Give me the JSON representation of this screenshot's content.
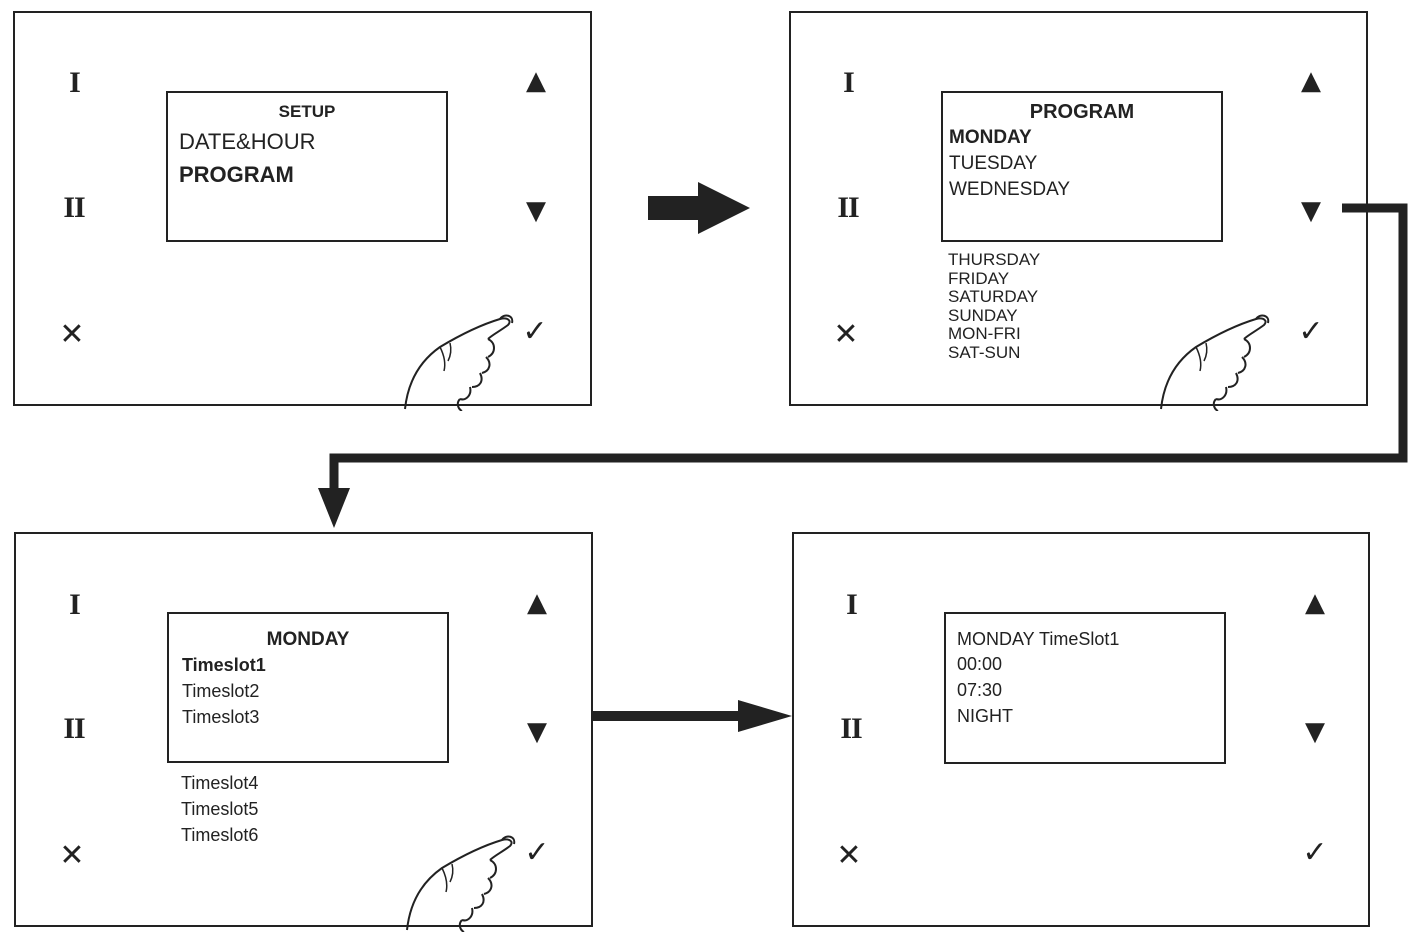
{
  "buttons": {
    "one": "I",
    "two": "II",
    "cancel": "✕",
    "up": "▲",
    "down": "▼",
    "ok": "✓"
  },
  "panels": [
    {
      "screen_title": "SETUP",
      "screen_lines": [
        "DATE&HOUR",
        "PROGRAM"
      ],
      "selected_line": "PROGRAM",
      "below_list": [],
      "hand_target": "ok"
    },
    {
      "screen_title": "PROGRAM",
      "screen_lines": [
        "MONDAY",
        "TUESDAY",
        "WEDNESDAY"
      ],
      "selected_line": "MONDAY",
      "below_list": [
        "THURSDAY",
        "FRIDAY",
        "SATURDAY",
        "SUNDAY",
        "MON-FRI",
        "SAT-SUN"
      ],
      "hand_target": "ok"
    },
    {
      "screen_title": "MONDAY",
      "screen_lines": [
        "Timeslot1",
        "Timeslot2",
        "Timeslot3"
      ],
      "selected_line": "Timeslot1",
      "below_list": [
        "Timeslot4",
        "Timeslot5",
        "Timeslot6"
      ],
      "hand_target": "ok"
    },
    {
      "screen_title": "",
      "screen_lines": [
        "MONDAY TimeSlot1",
        "00:00",
        "07:30",
        "NIGHT"
      ],
      "selected_line": "",
      "below_list": [],
      "hand_target": ""
    }
  ],
  "colors": {
    "ink": "#222222",
    "background": "#ffffff"
  }
}
